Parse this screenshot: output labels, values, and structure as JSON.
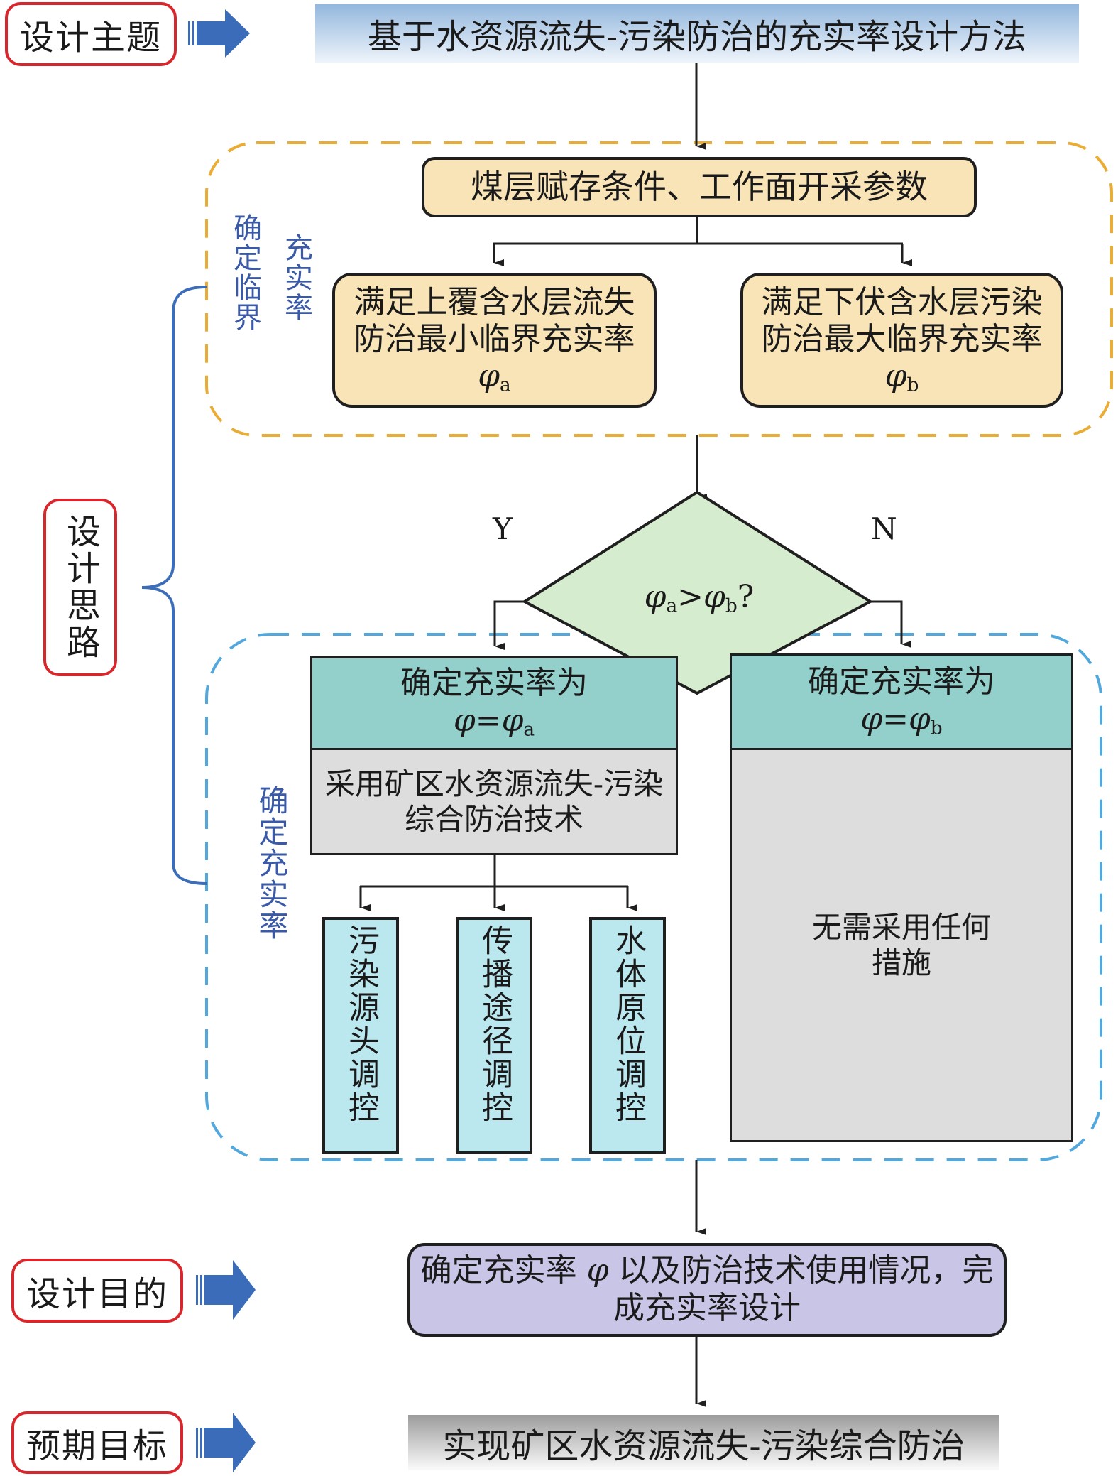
{
  "labels": {
    "design_theme": "设计主题",
    "design_approach": "设计思路",
    "design_purpose": "设计目的",
    "expected_goal": "预期目标"
  },
  "title": "基于水资源流失-污染防治的充实率设计方法",
  "critical_section": {
    "label_col1": "确定临界",
    "label_col2": "充实率",
    "input_box": "煤层赋存条件、工作面开采参数",
    "min_box": {
      "text": "满足上覆含水层流失防治最小临界充实率",
      "symbol": "φ",
      "subscript": "a"
    },
    "max_box": {
      "text": "满足下伏含水层污染防治最大临界充实率",
      "symbol": "φ",
      "subscript": "b"
    }
  },
  "decision": {
    "condition": {
      "lhs": "φ",
      "lhs_sub": "a",
      "op": ">",
      "rhs": "φ",
      "rhs_sub": "b",
      "suffix": "?"
    },
    "yes_label": "Y",
    "no_label": "N"
  },
  "determine_section": {
    "label": "确定充实率",
    "yes_branch": {
      "header": "确定充实率为",
      "formula": {
        "lhs": "φ",
        "eq": "=",
        "rhs": "φ",
        "sub": "a"
      },
      "technique": "采用矿区水资源流失-污染综合防治技术",
      "controls": [
        "污染源头调控",
        "传播途径调控",
        "水体原位调控"
      ]
    },
    "no_branch": {
      "header": "确定充实率为",
      "formula": {
        "lhs": "φ",
        "eq": "=",
        "rhs": "φ",
        "sub": "b"
      },
      "note": "无需采用任何措施"
    }
  },
  "purpose_box": {
    "part1": "确定充实率",
    "symbol": "φ",
    "part2": "以及防治技术使用情况，完成充实率设计"
  },
  "goal": "实现矿区水资源流失-污染综合防治",
  "colors": {
    "red_outline": "#d9262c",
    "arrow_blue": "#3a6cb9",
    "orange_dash": "#e9ad35",
    "blue_dash": "#52a8dc",
    "brace_blue": "#3b6db8",
    "label_blue": "#3a5aa8",
    "yellow_fill": "#f8e4b7",
    "diamond_fill": "#d6ecce",
    "teal_fill": "#93cfcb",
    "gray_fill": "#dddddd",
    "cyan_fill": "#bbe7ef",
    "purple_fill": "#c9c5e6"
  }
}
